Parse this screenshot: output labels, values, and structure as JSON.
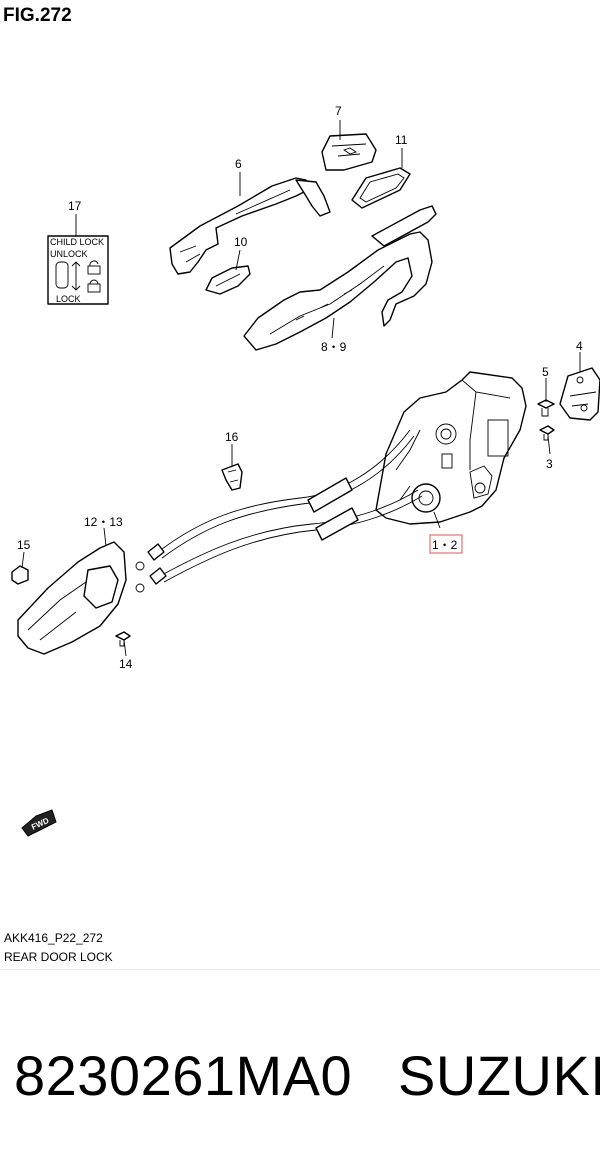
{
  "figure": {
    "title": "FIG.272"
  },
  "callouts": [
    {
      "id": "c7",
      "text": "7"
    },
    {
      "id": "c6",
      "text": "6"
    },
    {
      "id": "c11",
      "text": "11"
    },
    {
      "id": "c17",
      "text": "17"
    },
    {
      "id": "c10",
      "text": "10"
    },
    {
      "id": "c89",
      "text": "8・9"
    },
    {
      "id": "c4",
      "text": "4"
    },
    {
      "id": "c5",
      "text": "5"
    },
    {
      "id": "c3",
      "text": "3"
    },
    {
      "id": "c16",
      "text": "16"
    },
    {
      "id": "c1213",
      "text": "12・13"
    },
    {
      "id": "c12",
      "text": "1・2"
    },
    {
      "id": "c15",
      "text": "15"
    },
    {
      "id": "c14",
      "text": "14"
    }
  ],
  "child_lock_label": {
    "top": "CHILD LOCK",
    "unlock": "UNLOCK",
    "lock": "LOCK"
  },
  "direction_arrow": "FWD",
  "highlight_color": "#e87070",
  "footer": {
    "code": "AKK416_P22_272",
    "name": "REAR DOOR LOCK"
  },
  "product": {
    "part_number": "8230261MA0",
    "brand": "SUZUKI"
  }
}
